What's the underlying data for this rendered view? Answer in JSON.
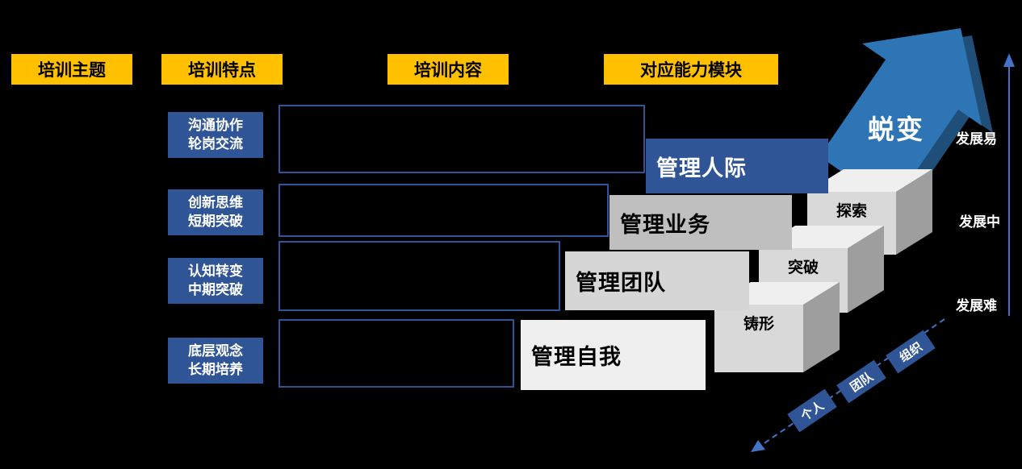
{
  "colors": {
    "background": "#000000",
    "header_yellow": "#FFC000",
    "dark_blue": "#2F5597",
    "arrow_blue": "#2E75B6",
    "arrow_shadow_blue": "#1F4E79",
    "step_business_gray": "#BFBFBF",
    "step_team_gray": "#D6D6D6",
    "step_self_gray": "#EFEFEF",
    "cube_front_gray": "#D9D9D9",
    "cube_top_gray": "#EFEFEF",
    "cube_side_gray": "#9E9E9E",
    "axis_blue": "#4472C4"
  },
  "headers": {
    "theme": "培训主题",
    "features": "培训特点",
    "content": "培训内容",
    "modules": "对应能力模块"
  },
  "feature_boxes": [
    {
      "line1": "沟通协作",
      "line2": "轮岗交流"
    },
    {
      "line1": "创新思维",
      "line2": "短期突破"
    },
    {
      "line1": "认知转变",
      "line2": "中期突破"
    },
    {
      "line1": "底层观念",
      "line2": "长期培养"
    }
  ],
  "ability_steps": [
    {
      "label": "管理人际"
    },
    {
      "label": "管理业务"
    },
    {
      "label": "管理团队"
    },
    {
      "label": "管理自我"
    }
  ],
  "cubes": [
    {
      "label": "探索"
    },
    {
      "label": "突破"
    },
    {
      "label": "铸形"
    }
  ],
  "arrow_label": "蜕变",
  "development_axis": {
    "top": "发展易",
    "middle": "发展中",
    "bottom": "发展难"
  },
  "scope_axis": [
    {
      "label": "个人"
    },
    {
      "label": "团队"
    },
    {
      "label": "组织"
    }
  ]
}
